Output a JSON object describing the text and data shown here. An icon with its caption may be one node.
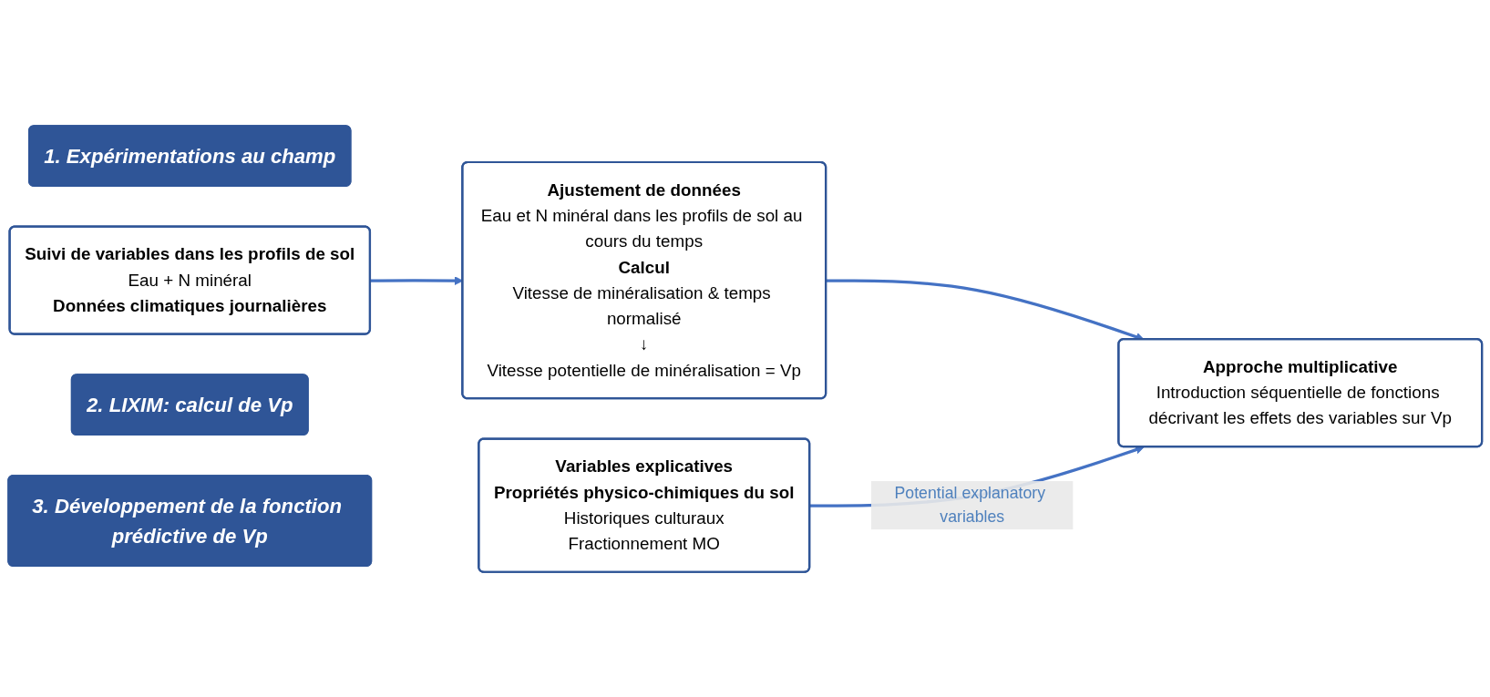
{
  "diagram": {
    "nodes": [
      {
        "text": [
          "1. Expérimentations au champ"
        ]
      },
      {
        "text": [
          "Suivi de variables dans les profils de sol",
          "Eau + N minéral",
          "Données climatiques journalières"
        ]
      },
      {
        "text": [
          "Variables explicatives",
          "Propriétés physico-chimiques du sol",
          "Historiques culturaux",
          "Fractionnement MO"
        ]
      },
      {
        "text": [
          "2. LIXIM: calcul de Vp"
        ]
      },
      {
        "text": [
          "Ajustement de données",
          "Eau et N minéral dans les profils de sol au cours du temps",
          "Calcul",
          "Vitesse de minéralisation & temps normalisé",
          "↓",
          "Vitesse potentielle de minéralisation = Vp"
        ]
      },
      {
        "text": [
          "3. Développement de la fonction prédictive de Vp"
        ]
      },
      {
        "text": [
          "Approche multiplicative",
          "Introduction séquentielle de fonctions décrivant les effets des variables sur Vp"
        ]
      }
    ],
    "edges": [
      {
        "from": 1,
        "to": 4,
        "arrow": "to"
      },
      {
        "from": 4,
        "to": 6,
        "arrow": "to"
      },
      {
        "from": 2,
        "to": 6,
        "arrow": "to",
        "label": "Potential explanatory variables"
      }
    ]
  }
}
